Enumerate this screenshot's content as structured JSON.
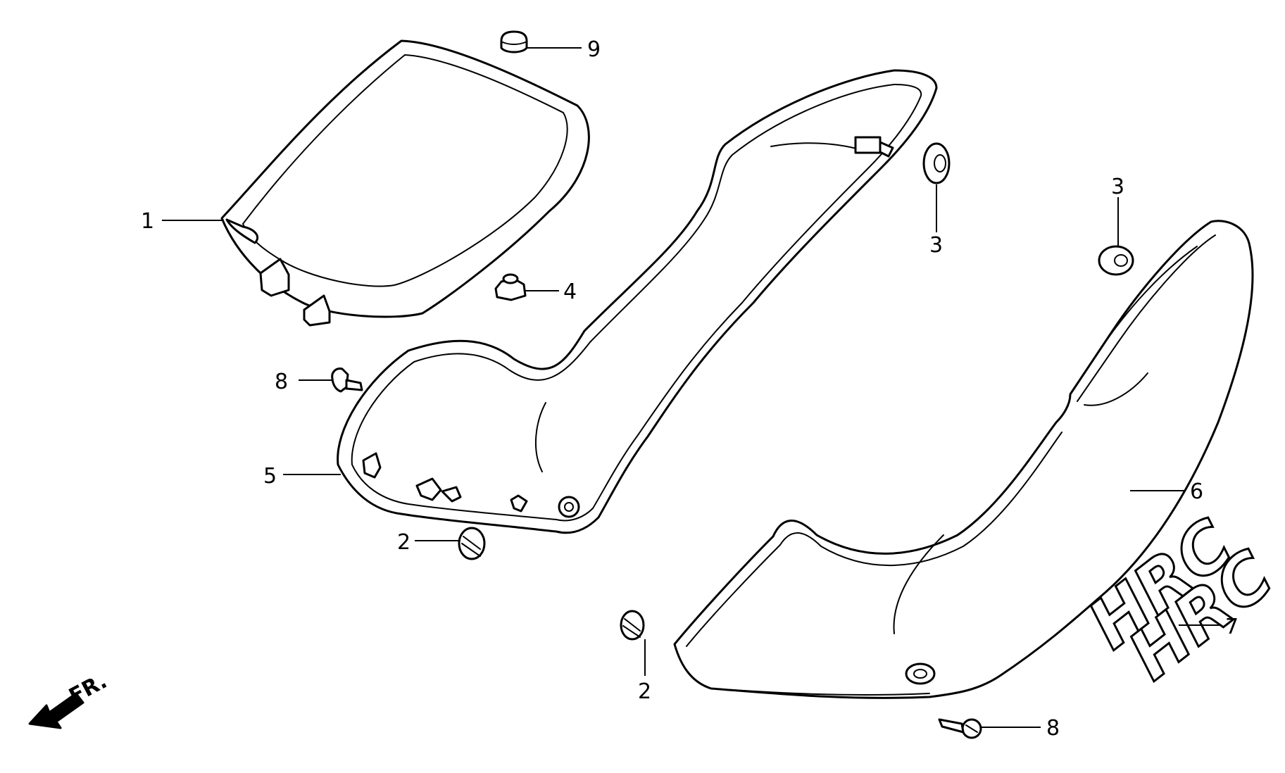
{
  "diagram": {
    "callouts": {
      "seat": "1",
      "rubber_left": "2",
      "rubber_right": "2",
      "grommet_left": "3",
      "grommet_right": "3",
      "collar": "4",
      "side_cover_left": "5",
      "side_cover_right": "6",
      "emblem": "7",
      "bolt_left": "8",
      "bolt_right": "8",
      "cap_nut": "9"
    },
    "front_marker": "FR.",
    "emblem_lines": [
      "HRC",
      "HRC"
    ]
  }
}
